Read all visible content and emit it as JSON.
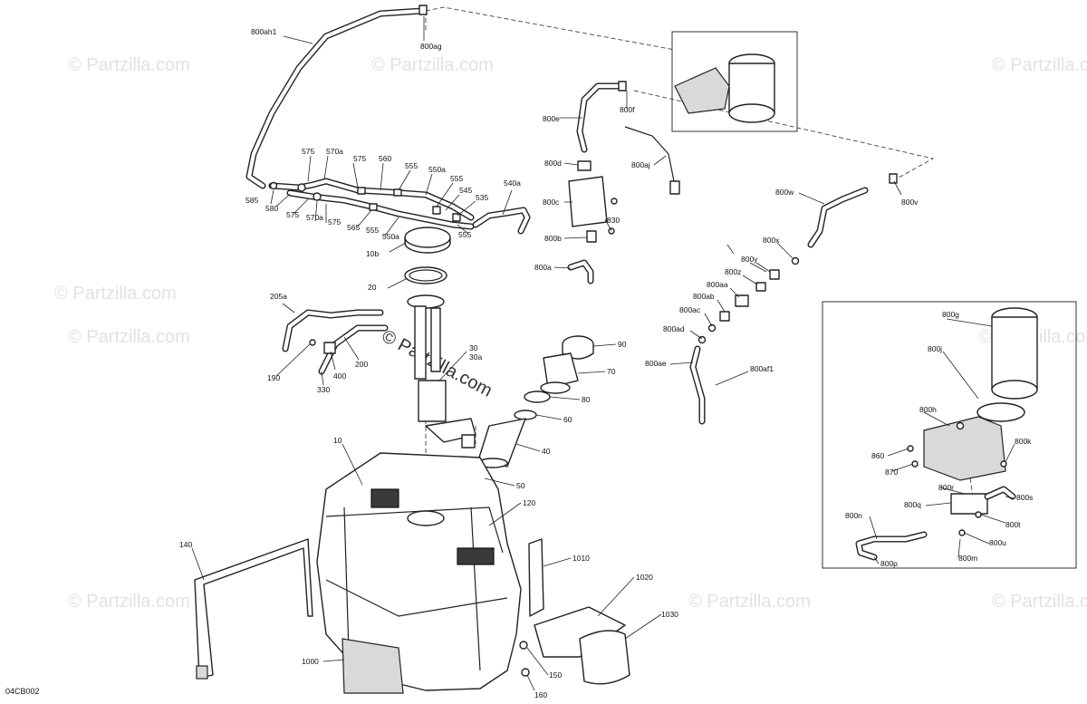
{
  "diagram_code": "04CB002",
  "watermark": "© Partzilla.com",
  "callouts": {
    "c10": "10",
    "c10b": "10b",
    "c20": "20",
    "c30": "30",
    "c30a": "30a",
    "c40": "40",
    "c50": "50",
    "c60": "60",
    "c70": "70",
    "c80": "80",
    "c90": "90",
    "c120": "120",
    "c140": "140",
    "c150": "150",
    "c160": "160",
    "c190": "190",
    "c200": "200",
    "c205a": "205a",
    "c330": "330",
    "c400": "400",
    "c535": "535",
    "c540a": "540a",
    "c545": "545",
    "c550a_1": "550a",
    "c550a_2": "550a",
    "c555_1": "555",
    "c555_2": "555",
    "c555_3": "555",
    "c555_4": "555",
    "c560": "560",
    "c565": "565",
    "c570a_1": "570a",
    "c570a_2": "570a",
    "c575_1": "575",
    "c575_2": "575",
    "c575_3": "575",
    "c575_4": "575",
    "c580": "580",
    "c585": "585",
    "c830": "830",
    "c1000": "1000",
    "c1010": "1010",
    "c1020": "1020",
    "c1030": "1030",
    "c800a": "800a",
    "c800b": "800b",
    "c800c": "800c",
    "c800d": "800d",
    "c800e": "800e",
    "c800f": "800f",
    "c800g": "800g",
    "c800h": "800h",
    "c800j": "800j",
    "c800k": "800k",
    "c800m": "800m",
    "c800n": "800n",
    "c800p": "800p",
    "c800q": "800q",
    "c800r": "800r",
    "c800s": "800s",
    "c800t": "800t",
    "c800u": "800u",
    "c800v": "800v",
    "c800w": "800w",
    "c800x": "800x",
    "c800y": "800y",
    "c800z": "800z",
    "c800aa": "800aa",
    "c800ab": "800ab",
    "c800ac": "800ac",
    "c800ad": "800ad",
    "c800ae": "800ae",
    "c800af1": "800af1",
    "c800ag": "800ag",
    "c800ah1": "800ah1",
    "c800aj": "800aj",
    "c860": "860",
    "c870": "870"
  }
}
